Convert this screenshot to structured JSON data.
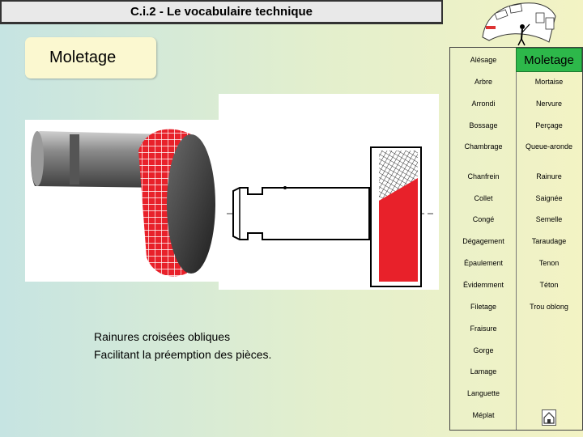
{
  "header": {
    "title": "C.i.2  -   Le vocabulaire technique"
  },
  "term": {
    "name": "Moletage"
  },
  "caption": {
    "line1": "Rainures croisées obliques",
    "line2": "Facilitant la préemption des pièces."
  },
  "vocabulary": {
    "left": [
      "Alésage",
      "Arbre",
      "Arrondi",
      "Bossage",
      "Chambrage",
      "Chanfrein",
      "Collet",
      "Congé",
      "Dégagement",
      "Épaulement",
      "Évidemment",
      "Filetage",
      "Fraisure",
      "Gorge",
      "Lamage",
      "Languette",
      "Méplat"
    ],
    "right": [
      "Moletage",
      "Mortaise",
      "Nervure",
      "Perçage",
      "Queue-aronde",
      "Rainure",
      "Saignée",
      "Semelle",
      "Taraudage",
      "Tenon",
      "Téton",
      "Trou oblong"
    ],
    "active": "Moletage"
  },
  "icons": {
    "header": "teacher-scene-icon",
    "home": "home-icon"
  },
  "colors": {
    "active_term": "#2db84a",
    "knurl": "#e8212a"
  }
}
